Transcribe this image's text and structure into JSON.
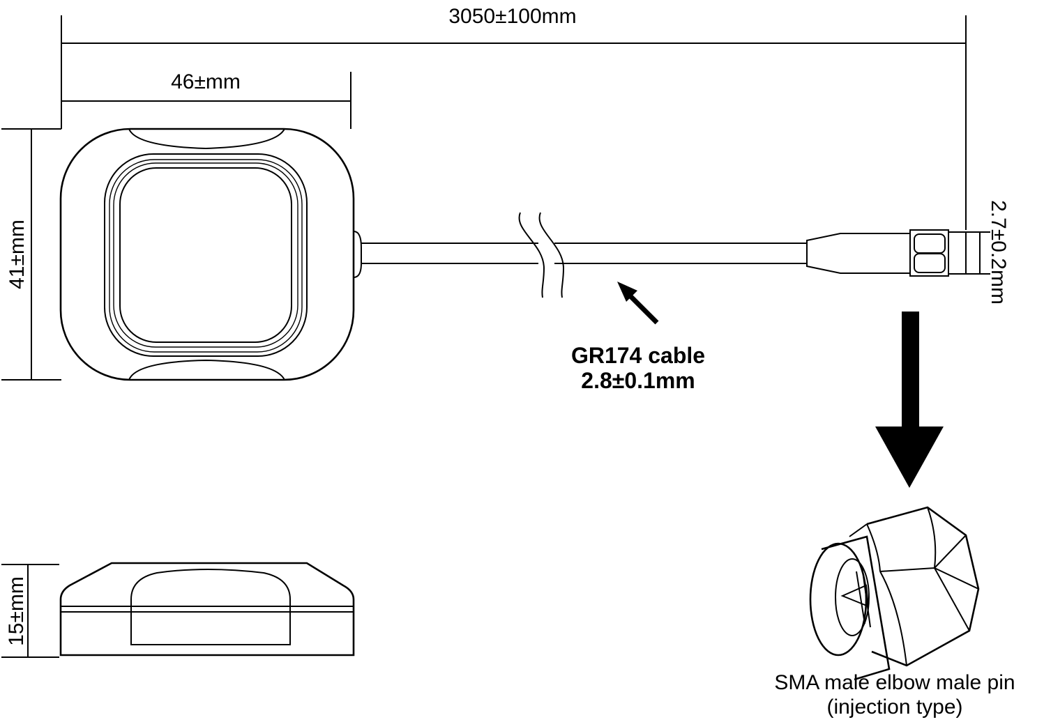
{
  "dimensions": {
    "total_length": "3050±100mm",
    "width": "46±mm",
    "depth": "41±mm",
    "height": "15±mm",
    "connector_diameter": "2.7±0.2mm"
  },
  "cable": {
    "name": "GR174 cable",
    "diameter": "2.8±0.1mm"
  },
  "connector": {
    "line1": "SMA male elbow male pin",
    "line2": "(injection type)"
  },
  "colors": {
    "stroke": "#000000",
    "background": "#ffffff"
  }
}
